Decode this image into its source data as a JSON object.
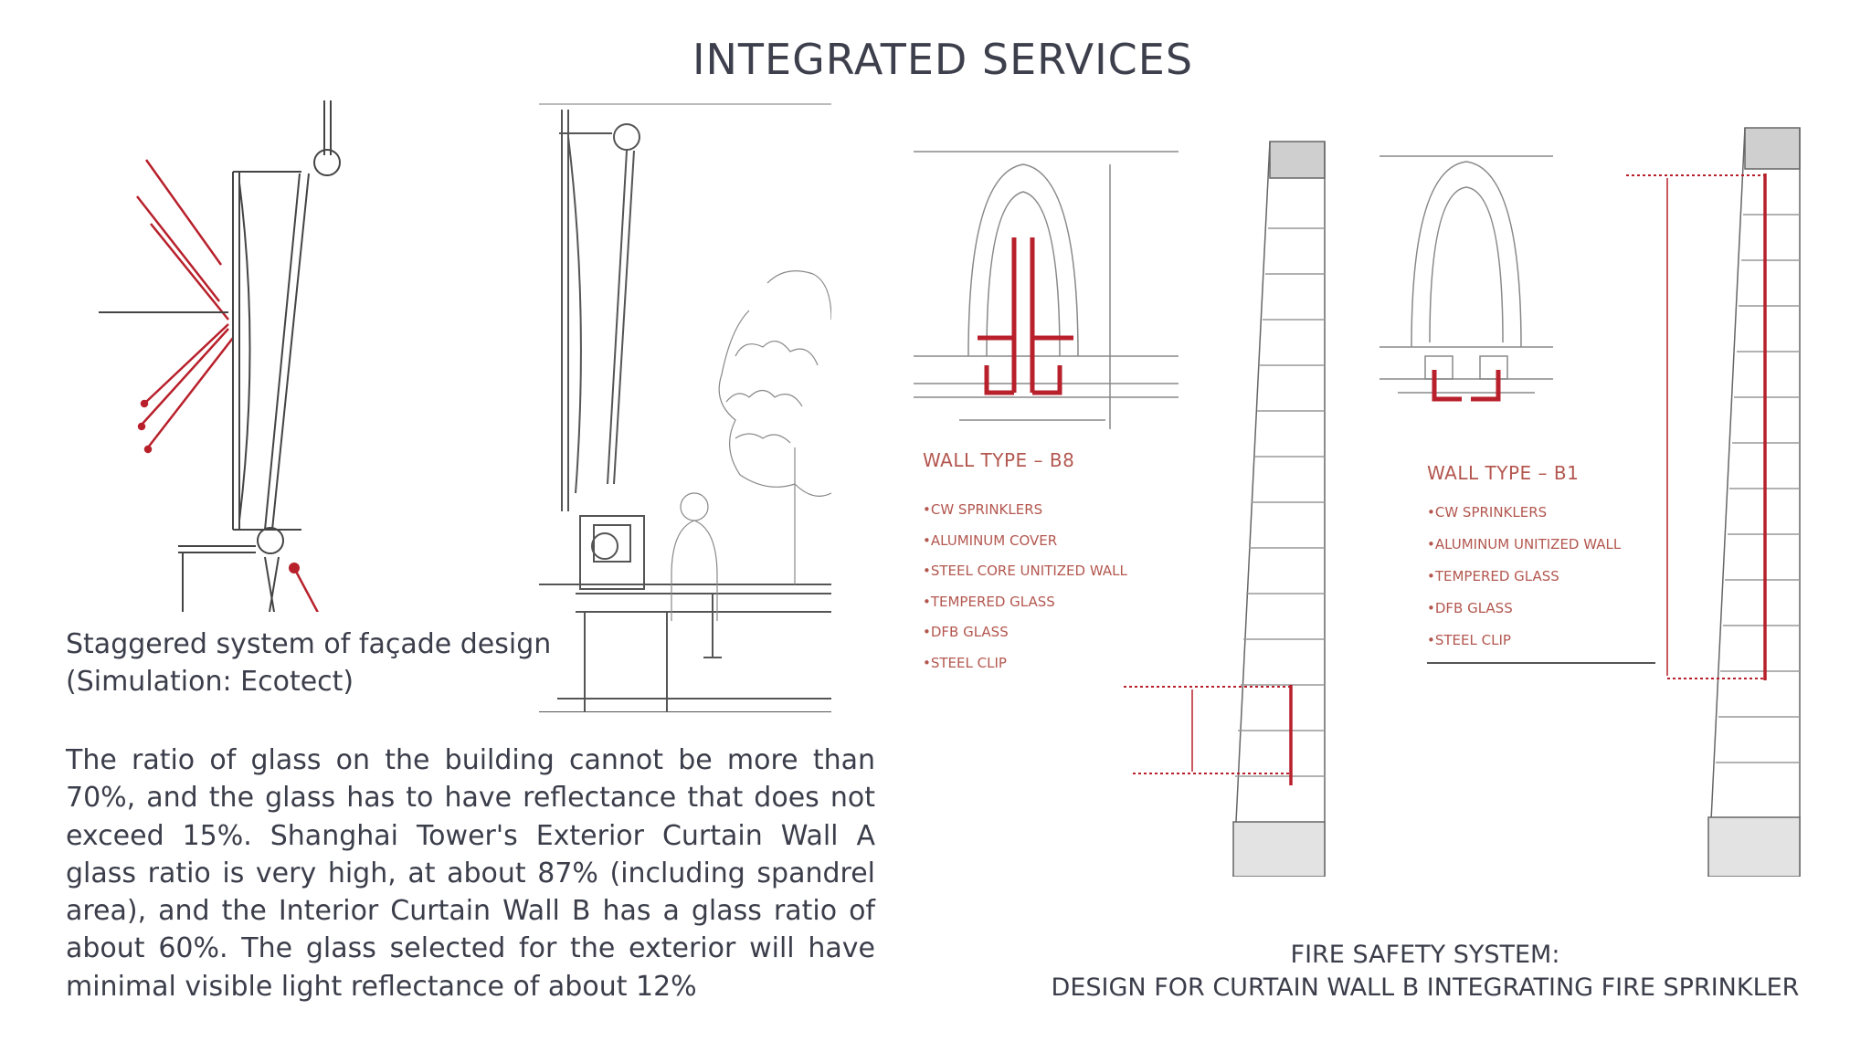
{
  "page": {
    "title": "INTEGRATED SERVICES"
  },
  "left_section": {
    "caption_line1": "Staggered system of façade design",
    "caption_line2": "(Simulation: Ecotect)",
    "body_paragraph": "The ratio of glass on the building cannot be more than 70%, and the glass has to have reflectance that does not exceed 15%. Shanghai Tower's Exterior Curtain Wall A glass ratio is very high, at about 87% (including spandrel area), and the Interior Curtain Wall B has a glass ratio of about 60%. The glass selected for the exterior will have minimal visible light reflectance of about 12%"
  },
  "right_section": {
    "wall_b8": {
      "heading": "WALL TYPE – B8",
      "items": [
        "•CW SPRINKLERS",
        "•ALUMINUM COVER",
        "•STEEL CORE UNITIZED WALL",
        "•TEMPERED GLASS",
        "•DFB GLASS",
        "•STEEL CLIP"
      ]
    },
    "wall_b1": {
      "heading": "WALL TYPE – B1",
      "items": [
        "•CW SPRINKLERS",
        "•ALUMINUM UNITIZED WALL",
        "•TEMPERED GLASS",
        "•DFB GLASS",
        "•STEEL CLIP"
      ]
    },
    "caption_line1": "FIRE SAFETY SYSTEM:",
    "caption_line2": "DESIGN FOR CURTAIN WALL B INTEGRATING FIRE SPRINKLER"
  },
  "colors": {
    "accent_red": "#b8202b",
    "label_red": "#b3574f",
    "text": "#3b3e4a",
    "line": "#555555"
  }
}
